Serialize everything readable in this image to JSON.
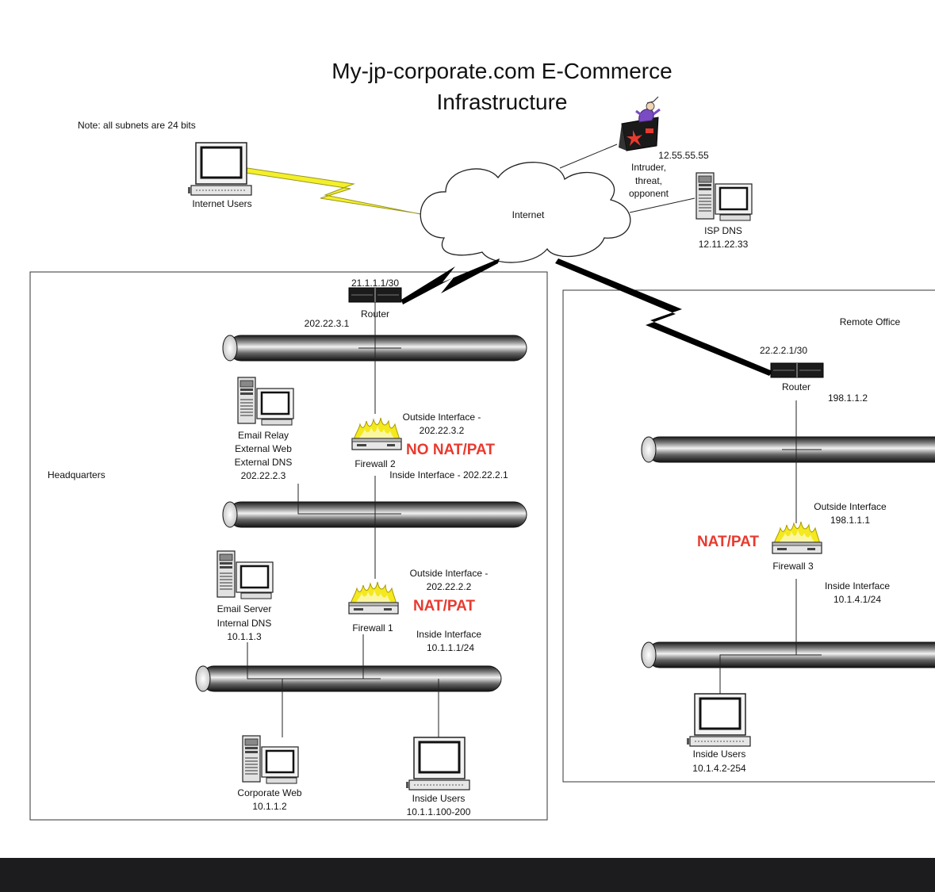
{
  "diagram": {
    "title_line1": "My-jp-corporate.com E-Commerce",
    "title_line2": "Infrastructure",
    "note": "Note: all subnets are 24 bits",
    "internet_users": "Internet Users",
    "internet": "Internet",
    "intruder": {
      "ip": "12.55.55.55",
      "line1": "Intruder,",
      "line2": "threat,",
      "line3": "opponent"
    },
    "isp_dns": {
      "name": "ISP DNS",
      "ip": "12.11.22.33"
    },
    "hq": {
      "label": "Headquarters",
      "router_wan": "21.1.1.1/30",
      "router": "Router",
      "router_lan": "202.22.3.1",
      "relay_line1": "Email Relay",
      "relay_line2": "External Web",
      "relay_line3": "External DNS",
      "relay_ip": "202.22.2.3",
      "fw2_outside_line1": "Outside Interface -",
      "fw2_outside_ip": "202.22.3.2",
      "fw2_nat": "NO NAT/PAT",
      "fw2_name": "Firewall 2",
      "fw2_inside": "Inside Interface - 202.22.2.1",
      "mail_line1": "Email Server",
      "mail_line2": "Internal DNS",
      "mail_ip": "10.1.1.3",
      "fw1_outside_line1": "Outside Interface -",
      "fw1_outside_ip": "202.22.2.2",
      "fw1_nat": "NAT/PAT",
      "fw1_name": "Firewall 1",
      "fw1_inside_line1": "Inside Interface",
      "fw1_inside_ip": "10.1.1.1/24",
      "corp_web": "Corporate  Web",
      "corp_web_ip": "10.1.1.2",
      "inside_users": "Inside Users",
      "inside_users_ip": "10.1.1.100-200"
    },
    "remote": {
      "label": "Remote Office",
      "router_wan": "22.2.2.1/30",
      "router": "Router",
      "router_lan": "198.1.1.2",
      "fw3_outside_line1": "Outside Interface",
      "fw3_outside_ip": "198.1.1.1",
      "fw3_nat": "NAT/PAT",
      "fw3_name": "Firewall 3",
      "fw3_inside_line1": "Inside Interface",
      "fw3_inside_ip": "10.1.4.1/24",
      "inside_users": "Inside Users",
      "inside_users_ip": "10.1.4.2-254"
    }
  },
  "colors": {
    "nat_label": "#e83a2e",
    "lightning": "#f3f02a",
    "bottom_bar": "#1c1c1e"
  }
}
